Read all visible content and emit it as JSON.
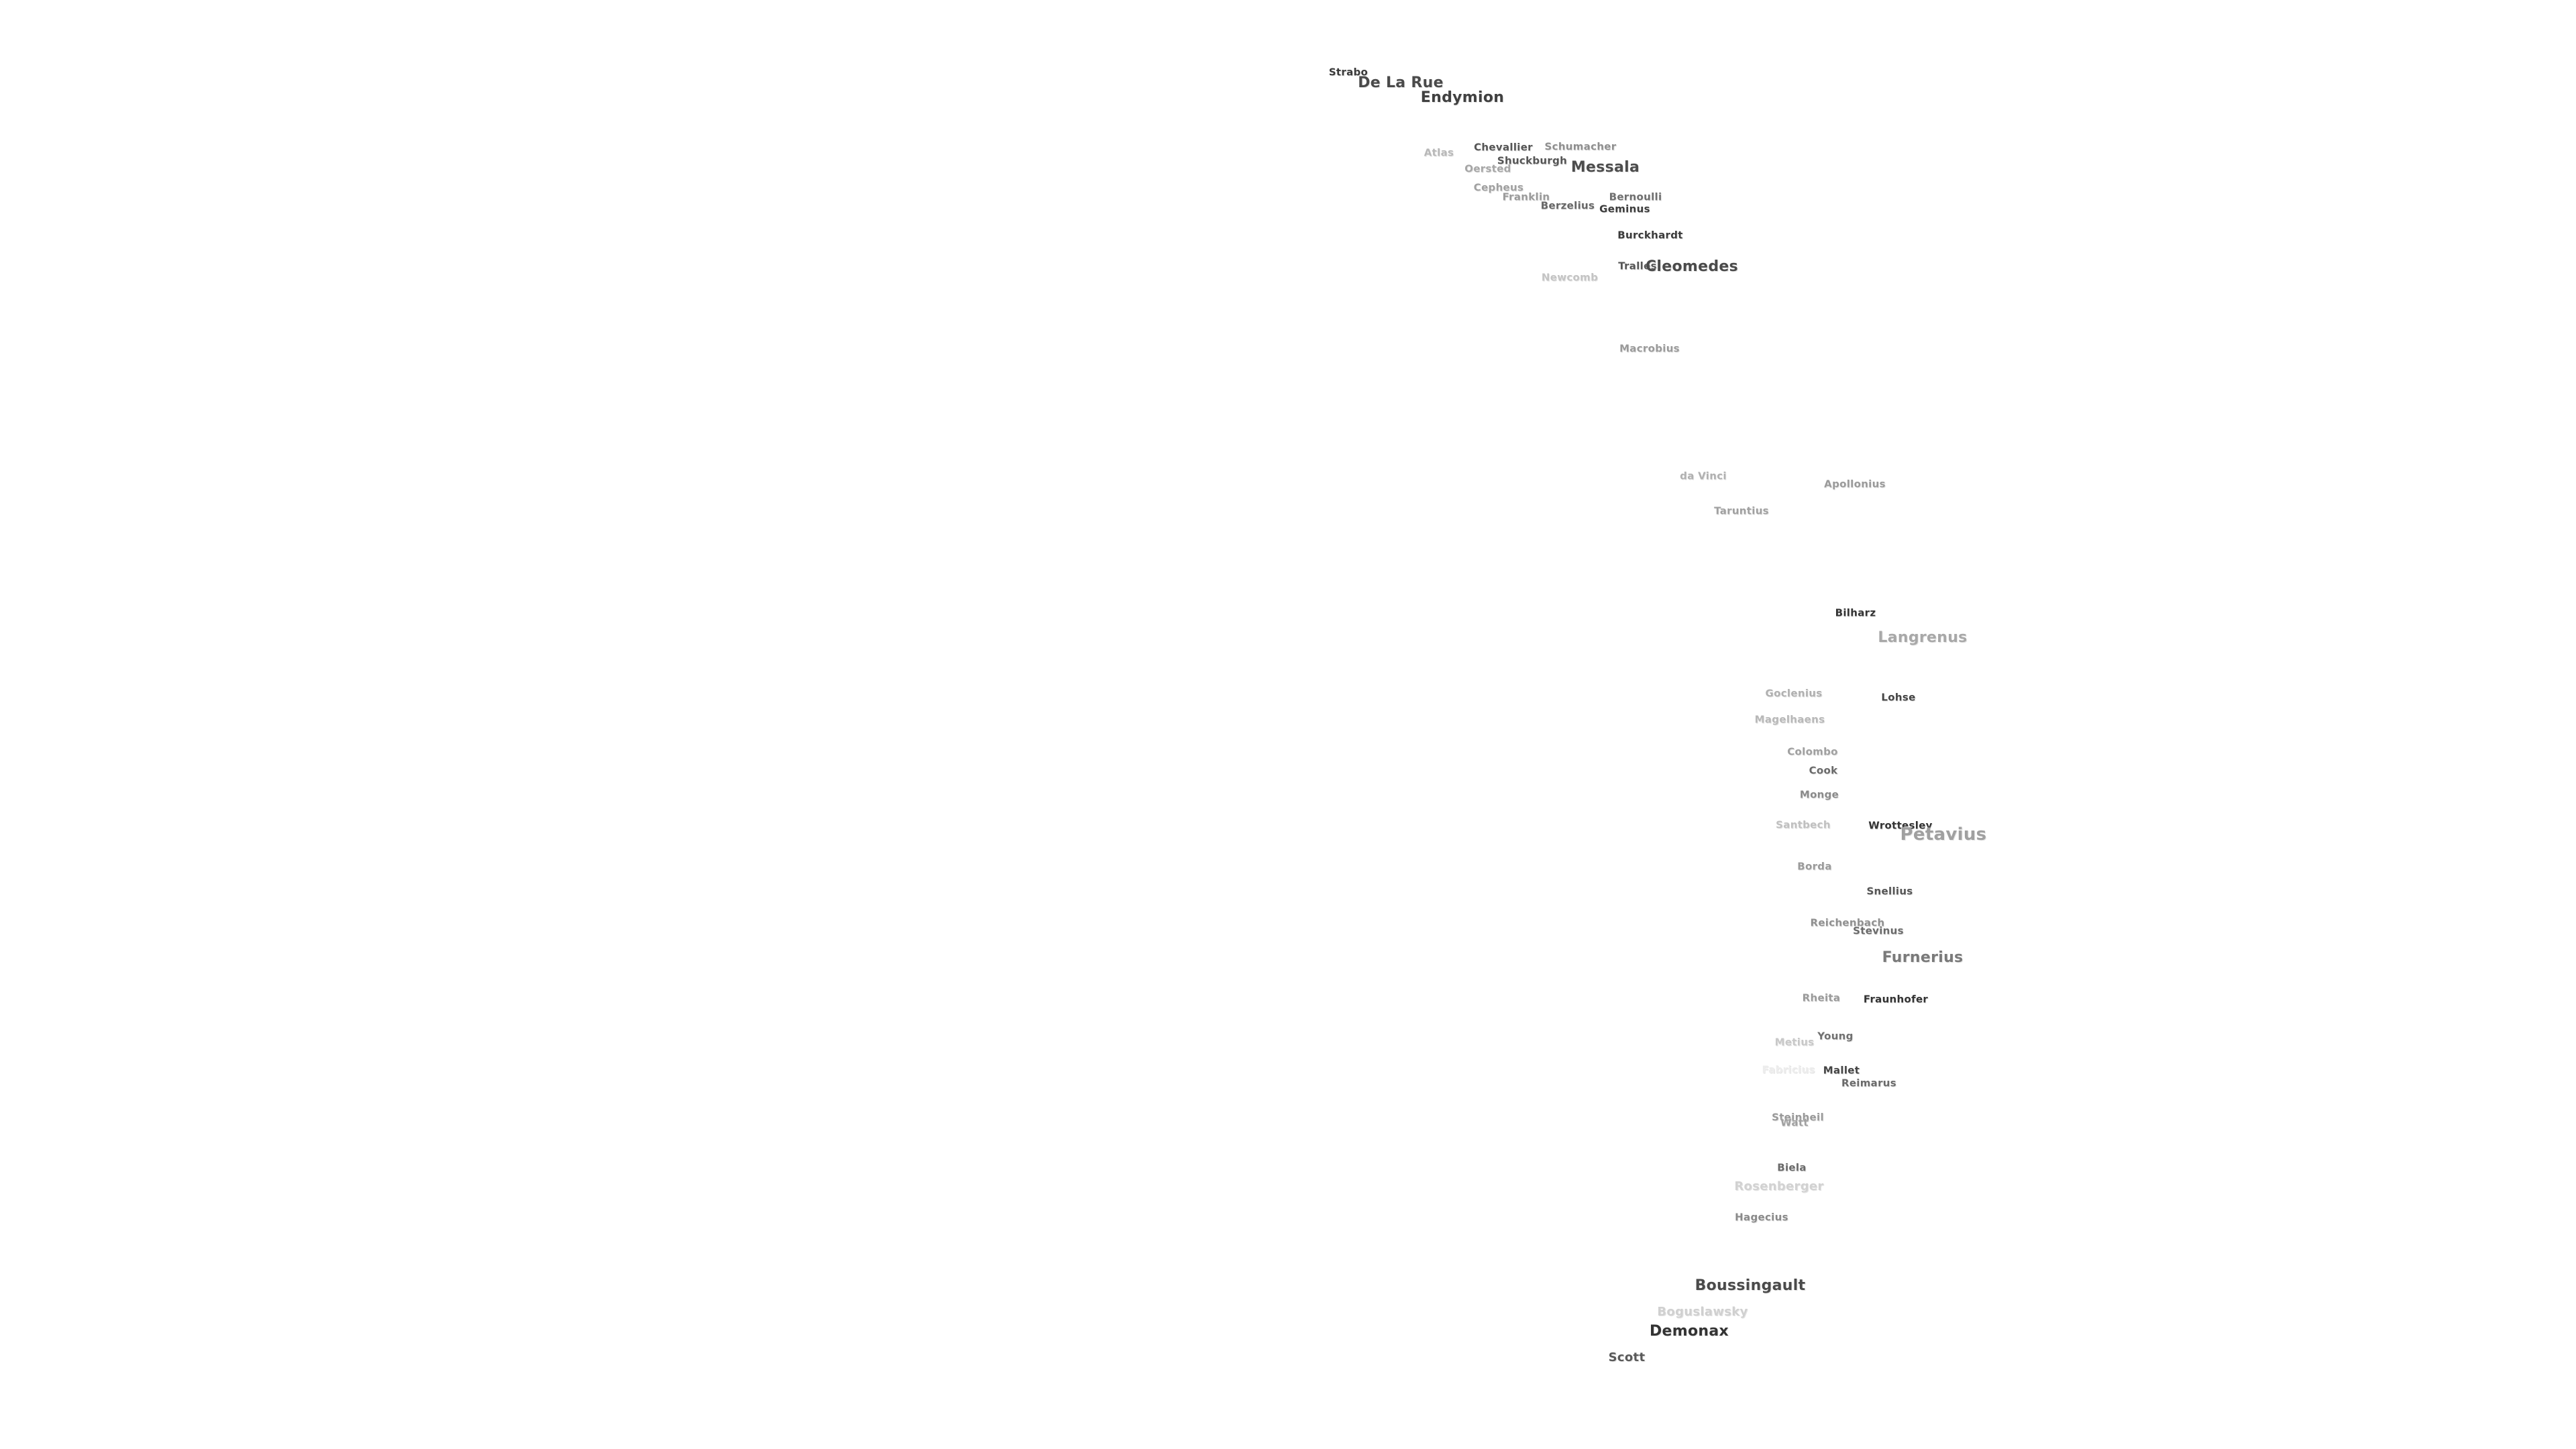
{
  "map": {
    "labels": [
      {
        "text": "Strabo",
        "color": "#3a3a3a"
      },
      {
        "text": "De La Rue",
        "color": "#4a4a4a"
      },
      {
        "text": "Endymion",
        "color": "#404040"
      },
      {
        "text": "Atlas",
        "color": "#b8b8b8"
      },
      {
        "text": "Chevallier",
        "color": "#555555"
      },
      {
        "text": "Schumacher",
        "color": "#8f8f8f"
      },
      {
        "text": "Shuckburgh",
        "color": "#555555"
      },
      {
        "text": "Oersted",
        "color": "#a6a6a6"
      },
      {
        "text": "Messala",
        "color": "#4d4d4d"
      },
      {
        "text": "Cepheus",
        "color": "#a0a0a0"
      },
      {
        "text": "Franklin",
        "color": "#9a9a9a"
      },
      {
        "text": "Bernoulli",
        "color": "#6f6f6f"
      },
      {
        "text": "Berzelius",
        "color": "#666666"
      },
      {
        "text": "Geminus",
        "color": "#3c3c3c"
      },
      {
        "text": "Burckhardt",
        "color": "#3a3a3a"
      },
      {
        "text": "Tralles",
        "color": "#555555"
      },
      {
        "text": "Cleomedes",
        "color": "#4a4a4a"
      },
      {
        "text": "Newcomb",
        "color": "#c4c4c4"
      },
      {
        "text": "Macrobius",
        "color": "#9a9a9a"
      },
      {
        "text": "da Vinci",
        "color": "#b0b0b0"
      },
      {
        "text": "Apollonius",
        "color": "#9a9a9a"
      },
      {
        "text": "Taruntius",
        "color": "#a0a0a0"
      },
      {
        "text": "Bilharz",
        "color": "#333333"
      },
      {
        "text": "Langrenus",
        "color": "#a8a8a8"
      },
      {
        "text": "Goclenius",
        "color": "#b0b0b0"
      },
      {
        "text": "Lohse",
        "color": "#444444"
      },
      {
        "text": "Magelhaens",
        "color": "#b8b8b8"
      },
      {
        "text": "Colombo",
        "color": "#a0a0a0"
      },
      {
        "text": "Cook",
        "color": "#6a6a6a"
      },
      {
        "text": "Monge",
        "color": "#8a8a8a"
      },
      {
        "text": "Santbech",
        "color": "#c0c0c0"
      },
      {
        "text": "Wrottesley",
        "color": "#333333"
      },
      {
        "text": "Petavius",
        "color": "#a0a0a0"
      },
      {
        "text": "Borda",
        "color": "#9a9a9a"
      },
      {
        "text": "Snellius",
        "color": "#555555"
      },
      {
        "text": "Reichenbach",
        "color": "#909090"
      },
      {
        "text": "Stevinus",
        "color": "#6a6a6a"
      },
      {
        "text": "Furnerius",
        "color": "#7a7a7a"
      },
      {
        "text": "Rheita",
        "color": "#9a9a9a"
      },
      {
        "text": "Fraunhofer",
        "color": "#333333"
      },
      {
        "text": "Young",
        "color": "#707070"
      },
      {
        "text": "Metius",
        "color": "#c8c8c8"
      },
      {
        "text": "Fabricius",
        "color": "#ededed"
      },
      {
        "text": "Mallet",
        "color": "#444444"
      },
      {
        "text": "Reimarus",
        "color": "#6a6a6a"
      },
      {
        "text": "Steinheil",
        "color": "#999999"
      },
      {
        "text": "Watt",
        "color": "#a0a0a0"
      },
      {
        "text": "Biela",
        "color": "#6a6a6a"
      },
      {
        "text": "Rosenberger",
        "color": "#d2d2d2"
      },
      {
        "text": "Hagecius",
        "color": "#8a8a8a"
      },
      {
        "text": "Boussingault",
        "color": "#4a4a4a"
      },
      {
        "text": "Boguslawsky",
        "color": "#d0d0d0"
      },
      {
        "text": "Demonax",
        "color": "#333333"
      },
      {
        "text": "Scott",
        "color": "#5a5a5a"
      }
    ]
  }
}
